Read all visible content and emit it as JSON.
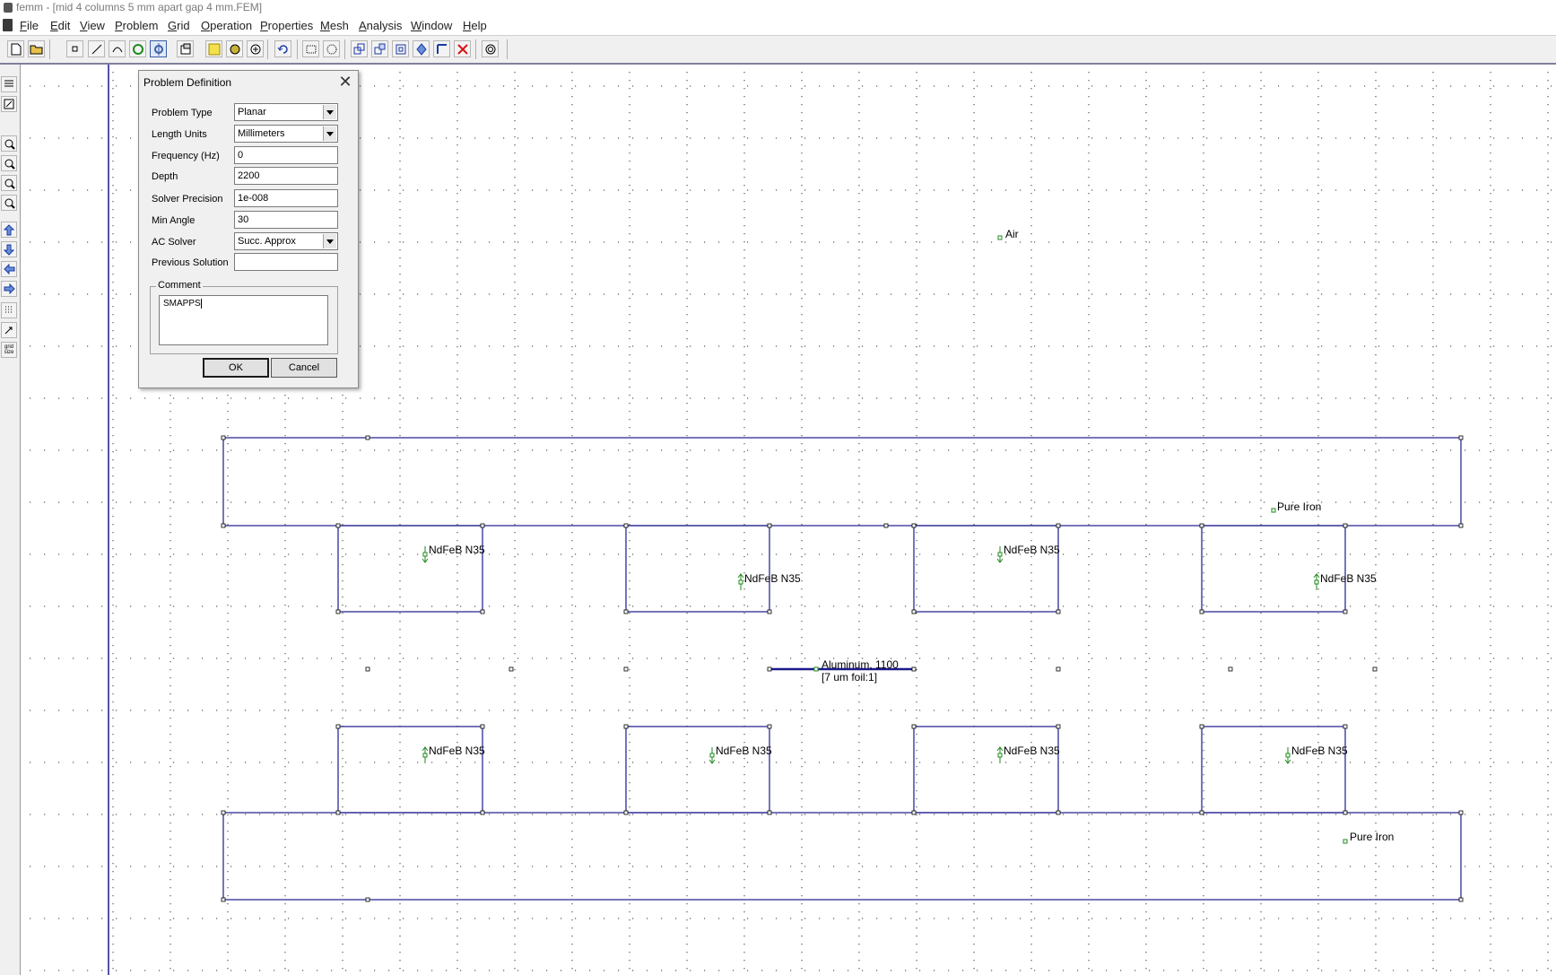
{
  "window": {
    "title": "femm - [mid 4 columns 5 mm apart gap 4 mm.FEM]"
  },
  "menu": [
    {
      "label": "File",
      "key": "F",
      "rest": "ile"
    },
    {
      "label": "Edit",
      "key": "E",
      "rest": "dit"
    },
    {
      "label": "View",
      "key": "V",
      "rest": "iew"
    },
    {
      "label": "Problem",
      "key": "P",
      "rest": "roblem"
    },
    {
      "label": "Grid",
      "key": "G",
      "rest": "rid"
    },
    {
      "label": "Operation",
      "key": "O",
      "rest": "peration"
    },
    {
      "label": "Properties",
      "key": "P",
      "rest": "roperties"
    },
    {
      "label": "Mesh",
      "key": "M",
      "rest": "esh"
    },
    {
      "label": "Analysis",
      "key": "A",
      "rest": "nalysis"
    },
    {
      "label": "Window",
      "key": "W",
      "rest": "indow"
    },
    {
      "label": "Help",
      "key": "H",
      "rest": "elp"
    }
  ],
  "toolbar_icons": [
    "new-file",
    "open-folder",
    "node-mode",
    "segment-mode",
    "arc-mode",
    "block-label-mode",
    "group-mode",
    "properties",
    "material-library",
    "boundary",
    "analyze",
    "undo",
    "box-select",
    "circle-select",
    "copy",
    "move",
    "scale",
    "mirror",
    "select-group",
    "delete",
    "view-results"
  ],
  "left_toolbar_icons": [
    "list-icon",
    "edit-icon",
    "zoom-in",
    "zoom-out",
    "zoom-natural",
    "zoom-window",
    "pan-up",
    "pan-down",
    "pan-left",
    "pan-right",
    "show-grid",
    "snap-grid",
    "grid-size"
  ],
  "left_toolbar_grid_label": "grid size",
  "dialog": {
    "title": "Problem Definition",
    "fields": {
      "problem_type": {
        "label": "Problem Type",
        "value": "Planar"
      },
      "length_units": {
        "label": "Length Units",
        "value": "Millimeters"
      },
      "frequency": {
        "label": "Frequency (Hz)",
        "value": "0"
      },
      "depth": {
        "label": "Depth",
        "value": "2200"
      },
      "solver_precision": {
        "label": "Solver Precision",
        "value": "1e-008"
      },
      "min_angle": {
        "label": "Min Angle",
        "value": "30"
      },
      "ac_solver": {
        "label": "AC Solver",
        "value": "Succ. Approx"
      },
      "previous_solution": {
        "label": "Previous Solution",
        "value": ""
      }
    },
    "comment_label": "Comment",
    "comment_value": "SMAPPS",
    "ok": "OK",
    "cancel": "Cancel"
  },
  "drawing": {
    "labels": {
      "air": "Air",
      "iron_top": "Pure Iron",
      "iron_bottom": "Pure Iron",
      "magnet": "NdFeB N35",
      "aluminum_line1": "Aluminum, 1100",
      "aluminum_line2": "[7 um foil:1]"
    },
    "colors": {
      "geometry": "#1a1a8c",
      "label_marker": "#1d8a1d",
      "grid_dot": "#333333"
    }
  }
}
